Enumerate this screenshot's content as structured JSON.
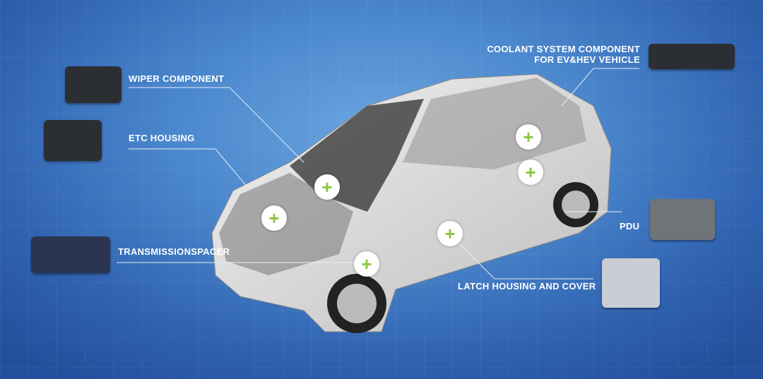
{
  "labels": {
    "wiper": "WIPER COMPONENT",
    "etc": "ETC HOUSING",
    "transmission": "TRANSMISSIONSPACER",
    "coolant_line1": "COOLANT SYSTEM COMPONENT",
    "coolant_line2": "FOR EV&HEV VEHICLE",
    "pdu": "PDU",
    "latch": "LATCH HOUSING AND COVER"
  },
  "hotspot_symbol": "+",
  "colors": {
    "accent": "#8cc63f",
    "background": "#4a86cc",
    "text": "#ffffff"
  }
}
